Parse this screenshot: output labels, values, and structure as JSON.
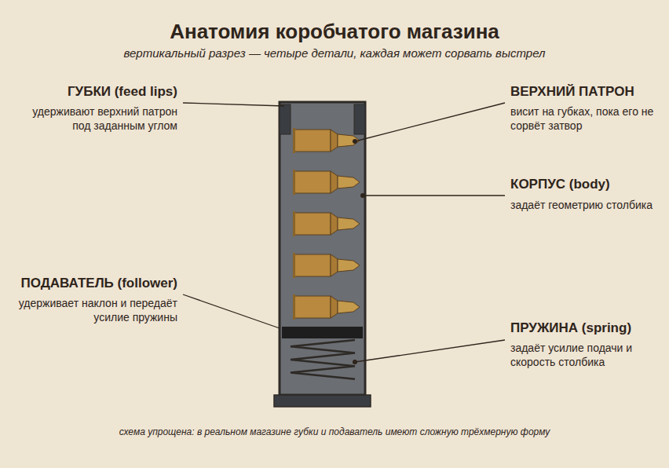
{
  "diagram": {
    "title": "Анатомия коробчатого магазина",
    "caption": "схема упрощена: в реальном магазине губки и подаватель имеют сложную трёхмерную форму",
    "labels": [
      "вертикальный разрез — четыре детали, каждая может сорвать выстрел",
      "ГУБКИ (feed lips)",
      "удерживают верхний патрон под заданным углом",
      "ВЕРХНИЙ ПАТРОН",
      "висит на губках, пока его не сорвёт затвор",
      "КОРПУС (body)",
      "задаёт геометрию столбика",
      "ПОДАВАТЕЛЬ (follower)",
      "удерживает наклон и передаёт усилие пружины",
      "ПРУЖИНА (spring)",
      "задаёт усилие подачи и скорость столбика"
    ]
  }
}
